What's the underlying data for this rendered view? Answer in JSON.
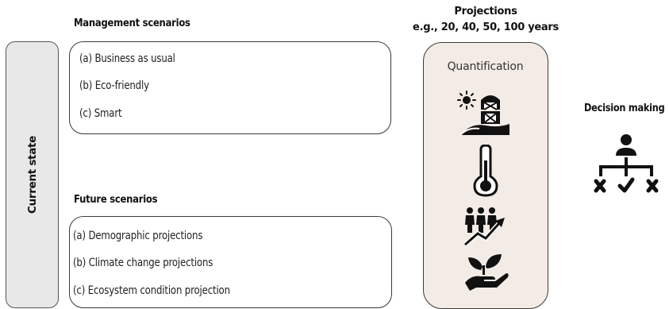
{
  "current_state": {
    "label": "Current state"
  },
  "management": {
    "heading": "Management scenarios",
    "items": [
      "(a) Business as usual",
      "(b) Eco-friendly",
      "(c) Smart"
    ]
  },
  "future": {
    "heading": "Future scenarios",
    "items": [
      "(a) Demographic projections",
      "(b) Climate change projections",
      "(c) Ecosystem condition projection"
    ]
  },
  "projections": {
    "title": "Projections",
    "subtitle": "e.g., 20, 40, 50, 100 years",
    "quantification": "Quantification",
    "icons": [
      "farm-sun-icon",
      "thermometer-icon",
      "population-growth-icon",
      "plant-hand-icon"
    ]
  },
  "decision": {
    "heading": "Decision making",
    "icon": "decision-tree-icon"
  },
  "colors": {
    "projection_box_fill": "#f3ebe5",
    "current_state_fill": "#e8e8e8",
    "outline": "#3a3a3a"
  }
}
